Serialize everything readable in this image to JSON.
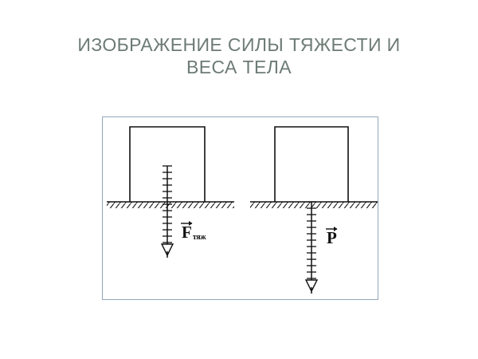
{
  "slide": {
    "title": {
      "line1": "ИЗОБРАЖЕНИЕ СИЛЫ ТЯЖЕСТИ И",
      "line2": "ВЕСА ТЕЛА",
      "color": "#6d7b75"
    },
    "background_color": "#ffffff"
  },
  "diagram": {
    "frame_border_color": "#92a6bb",
    "ink_color": "#111111",
    "panels": [
      {
        "id": "gravity-force-panel",
        "body": {
          "shape": "rectangle-open-bottom",
          "description": "Body resting on a hatched support surface"
        },
        "ground": {
          "style": "hatched-line",
          "description": "Support surface with diagonal hatching below"
        },
        "vector": {
          "symbol": "F",
          "subscript": "тяж",
          "full_label": "F⃗тяж",
          "meaning": "Сила тяжести",
          "direction": "down",
          "applied_at": "centre of the body",
          "arrowhead": "hollow-triangle",
          "tick_marks": 13
        }
      },
      {
        "id": "weight-panel",
        "body": {
          "shape": "rectangle-open-bottom",
          "description": "Body resting on a hatched support surface"
        },
        "ground": {
          "style": "hatched-line",
          "description": "Support surface with diagonal hatching below"
        },
        "vector": {
          "symbol": "P",
          "subscript": "",
          "full_label": "P⃗",
          "meaning": "Вес тела",
          "direction": "down",
          "applied_at": "the support surface",
          "arrowhead": "hollow-triangle",
          "tick_marks": 13
        }
      }
    ]
  }
}
